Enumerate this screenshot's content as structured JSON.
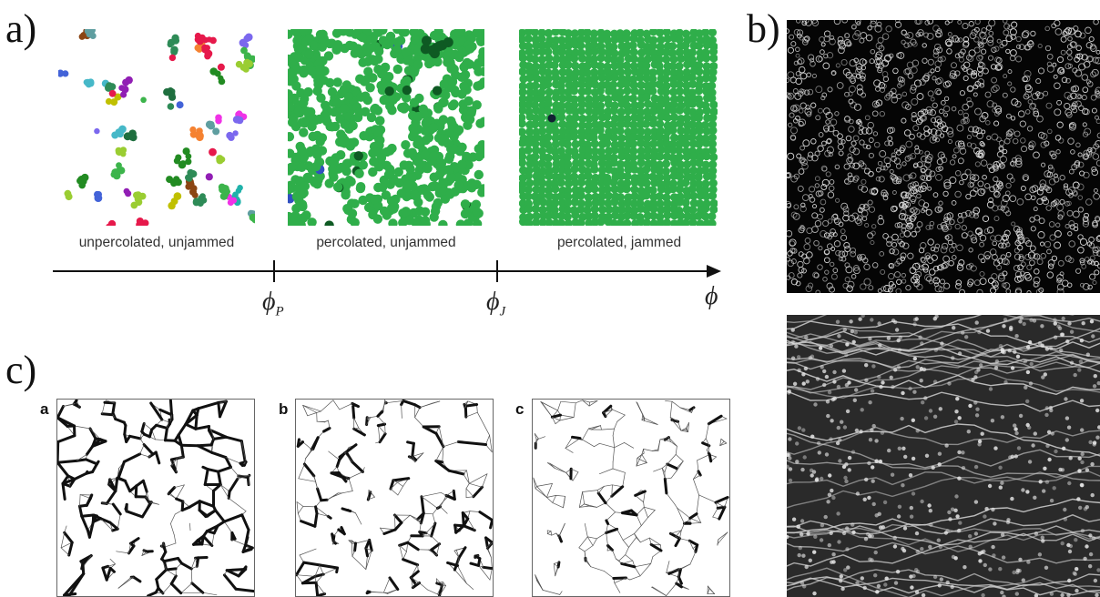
{
  "panel_a": {
    "label": "a)",
    "states": [
      {
        "caption": "unpercolated, unjammed",
        "fill": "mixed"
      },
      {
        "caption": "percolated, unjammed",
        "fill": "#2fae4a"
      },
      {
        "caption": "percolated, jammed",
        "fill": "#2fae4a"
      }
    ],
    "axis": {
      "phi_p": "ϕ",
      "phi_p_sub": "P",
      "phi_j": "ϕ",
      "phi_j_sub": "J",
      "phi_end": "ϕ"
    }
  },
  "panel_b": {
    "label": "b)"
  },
  "panel_c": {
    "label": "c)",
    "subpanels": [
      {
        "letter": "a",
        "thick_fraction": 0.62
      },
      {
        "letter": "b",
        "thick_fraction": 0.3
      },
      {
        "letter": "c",
        "thick_fraction": 0.13
      }
    ]
  },
  "colors": {
    "jammed_green": "#2fae4a",
    "dark_green": "#0e5a23",
    "axis": "#111111",
    "micrograph_bg": "#050505",
    "network_line": "#333333"
  }
}
